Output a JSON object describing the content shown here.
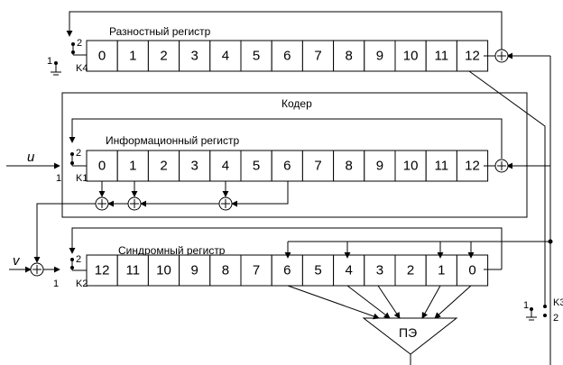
{
  "diff_register": {
    "title": "Разностный регистр",
    "switch_label": "K4",
    "pos1": "1",
    "pos2": "2",
    "cells": [
      "0",
      "1",
      "2",
      "3",
      "4",
      "5",
      "6",
      "7",
      "8",
      "9",
      "10",
      "11",
      "12"
    ]
  },
  "coder": {
    "title": "Кодер",
    "register_title": "Информационный регистр",
    "switch_label": "K1",
    "pos1": "1",
    "pos2": "2",
    "input_label": "u",
    "cells": [
      "0",
      "1",
      "2",
      "3",
      "4",
      "5",
      "6",
      "7",
      "8",
      "9",
      "10",
      "11",
      "12"
    ]
  },
  "syndrome_register": {
    "title": "Синдромный регистр",
    "switch_label": "K2",
    "pos1": "1",
    "pos2": "2",
    "input_label": "v",
    "cells": [
      "12",
      "11",
      "10",
      "9",
      "8",
      "7",
      "6",
      "5",
      "4",
      "3",
      "2",
      "1",
      "0"
    ]
  },
  "pe": {
    "label": "ПЭ"
  },
  "k3": {
    "label": "K3",
    "pos1": "1",
    "pos2": "2"
  },
  "arrows": [
    "arrowhead"
  ]
}
